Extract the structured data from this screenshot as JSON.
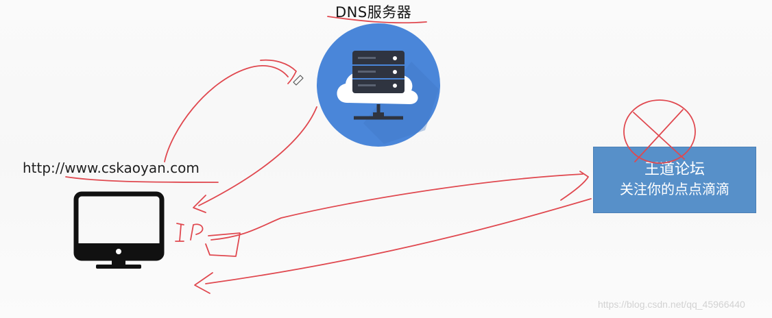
{
  "diagram": {
    "dns_server_label": "DNS服务器",
    "url_label": "http://www.cskaoyan.com",
    "forum": {
      "title": "王道论坛",
      "subtitle": "关注你的点点滴滴"
    },
    "handwritten_annotation": "IP",
    "watermark": "https://blog.csdn.net/qq_45966440"
  },
  "colors": {
    "dns_circle": "#4a86d9",
    "forum_box": "#5790c9",
    "annotation_ink": "#e0484f",
    "computer_icon": "#111111"
  },
  "icons": [
    "server-cloud-icon",
    "computer-monitor-icon"
  ]
}
